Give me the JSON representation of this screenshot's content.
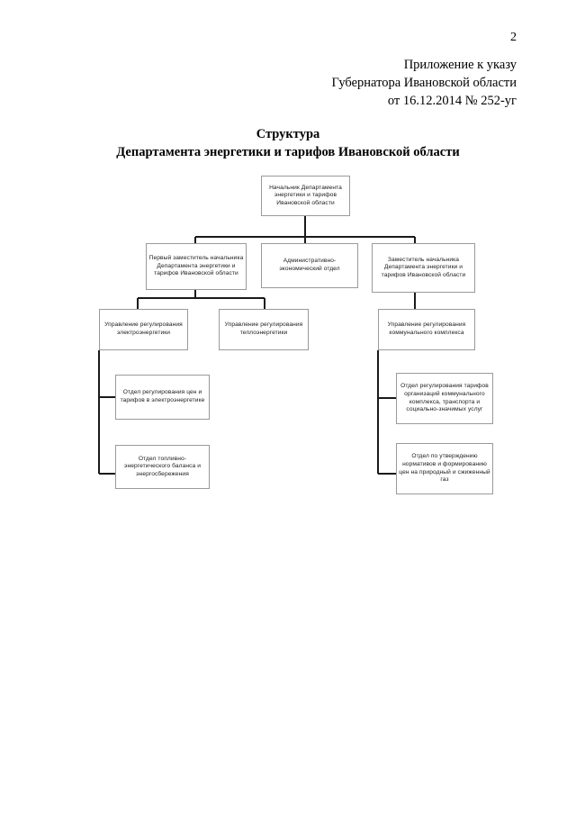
{
  "page": {
    "number": "2"
  },
  "doc_ref": {
    "line1": "Приложение к указу",
    "line2": "Губернатора Ивановской области",
    "line3": "от 16.12.2014 № 252-уг"
  },
  "title": {
    "line1": "Структура",
    "line2": "Департамента энергетики и тарифов Ивановской области"
  },
  "chart_data": {
    "type": "diagram",
    "title": "Структура Департамента энергетики и тарифов Ивановской области",
    "nodes": [
      {
        "id": "head",
        "label": "Начальник Департамента энергетики и тарифов Ивановской области",
        "level": 1
      },
      {
        "id": "first-deputy",
        "label": "Первый заместитель начальника Департамента энергетики и тарифов Ивановской области",
        "level": 2
      },
      {
        "id": "admin-economic-dept",
        "label": "Административно-экономический отдел",
        "level": 2
      },
      {
        "id": "deputy",
        "label": "Заместитель начальника Департамента энергетики и тарифов Ивановской области",
        "level": 2
      },
      {
        "id": "dir-electro",
        "label": "Управление регулирования электроэнергетики",
        "level": 3
      },
      {
        "id": "dir-thermal",
        "label": "Управление регулирования теплоэнергетики",
        "level": 3
      },
      {
        "id": "dir-utilities",
        "label": "Управление регулирования коммунального комплекса",
        "level": 3
      },
      {
        "id": "otdel-price-electro",
        "label": "Отдел регулирования цен и тарифов в электроэнергетике",
        "level": 4
      },
      {
        "id": "otdel-fuel-balance",
        "label": "Отдел топливно-энергетического баланса и энергосбережения",
        "level": 4
      },
      {
        "id": "otdel-utilities-tariffs",
        "label": "Отдел регулирования тарифов организаций коммунального комплекса, транспорта и социально-значимых услуг",
        "level": 4
      },
      {
        "id": "otdel-gas-norms",
        "label": "Отдел по утверждению нормативов и формированию цен на природный и сжиженный газ",
        "level": 4
      }
    ],
    "edges": [
      {
        "from": "head",
        "to": "first-deputy"
      },
      {
        "from": "head",
        "to": "admin-economic-dept"
      },
      {
        "from": "head",
        "to": "deputy"
      },
      {
        "from": "first-deputy",
        "to": "dir-electro"
      },
      {
        "from": "first-deputy",
        "to": "dir-thermal"
      },
      {
        "from": "deputy",
        "to": "dir-utilities"
      },
      {
        "from": "dir-electro",
        "to": "otdel-price-electro"
      },
      {
        "from": "dir-electro",
        "to": "otdel-fuel-balance"
      },
      {
        "from": "dir-utilities",
        "to": "otdel-utilities-tariffs"
      },
      {
        "from": "dir-utilities",
        "to": "otdel-gas-norms"
      }
    ],
    "colors": {
      "box_border": "#9a9a9a",
      "connector": "#1a1a1a",
      "background": "#ffffff",
      "text": "#1a1a1a"
    }
  }
}
